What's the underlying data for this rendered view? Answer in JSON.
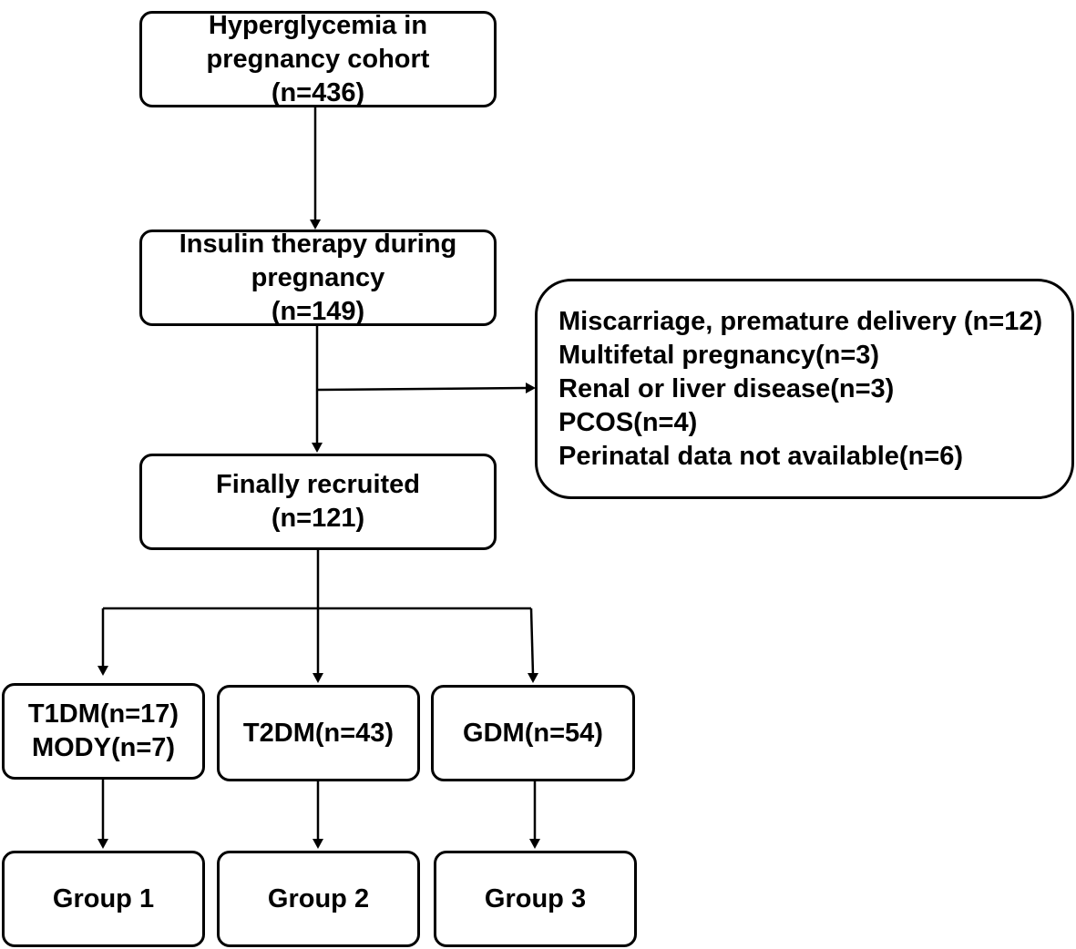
{
  "colors": {
    "line": "#000000",
    "background": "#ffffff"
  },
  "boxes": {
    "cohort": {
      "lines": [
        "Hyperglycemia in",
        "pregnancy cohort",
        "(n=436)"
      ]
    },
    "insulin": {
      "lines": [
        "Insulin therapy during",
        "pregnancy",
        "(n=149)"
      ]
    },
    "exclusions": {
      "lines": [
        "Miscarriage, premature delivery (n=12)",
        "Multifetal pregnancy(n=3)",
        "Renal or liver disease(n=3)",
        "PCOS(n=4)",
        "Perinatal data not available(n=6)"
      ]
    },
    "recruited": {
      "lines": [
        "Finally recruited",
        "(n=121)"
      ]
    },
    "t1dm": {
      "lines": [
        "T1DM(n=17)",
        "MODY(n=7)"
      ]
    },
    "t2dm": {
      "lines": [
        "T2DM(n=43)"
      ]
    },
    "gdm": {
      "lines": [
        "GDM(n=54)"
      ]
    },
    "group1": {
      "lines": [
        "Group 1"
      ]
    },
    "group2": {
      "lines": [
        "Group 2"
      ]
    },
    "group3": {
      "lines": [
        "Group 3"
      ]
    }
  }
}
